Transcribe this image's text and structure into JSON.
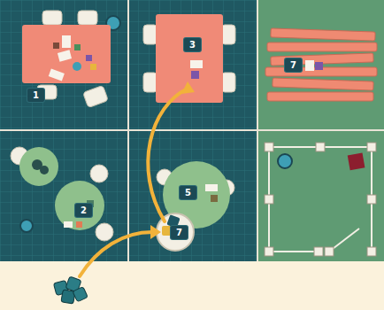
{
  "diagram": {
    "labels": [
      "1",
      "3",
      "7",
      "2",
      "5",
      "7"
    ]
  }
}
